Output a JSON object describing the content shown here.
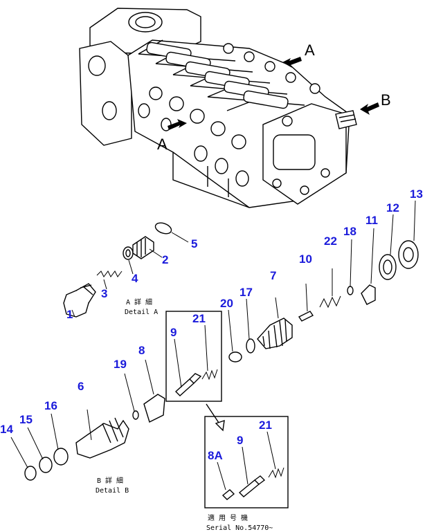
{
  "view_labels": {
    "a_top": "A",
    "a_left": "A",
    "b_right": "B"
  },
  "captions": {
    "detail_a_jp": "A 詳 細",
    "detail_a_en": "Detail A",
    "detail_b_jp": "B 詳 細",
    "detail_b_en": "Detail B",
    "serial_jp": "適 用 号 機",
    "serial_en": "Serial No.54770~"
  },
  "parts": {
    "p1": "1",
    "p2": "2",
    "p3": "3",
    "p4": "4",
    "p5": "5",
    "p6": "6",
    "p7": "7",
    "p8": "8",
    "p8a": "8A",
    "p9": "9",
    "p9b": "9",
    "p10": "10",
    "p11": "11",
    "p12": "12",
    "p13": "13",
    "p14": "14",
    "p15": "15",
    "p16": "16",
    "p17": "17",
    "p18": "18",
    "p19": "19",
    "p20": "20",
    "p21": "21",
    "p21b": "21",
    "p22": "22"
  },
  "colors": {
    "callout": "#1a1adb",
    "line": "#000000"
  }
}
